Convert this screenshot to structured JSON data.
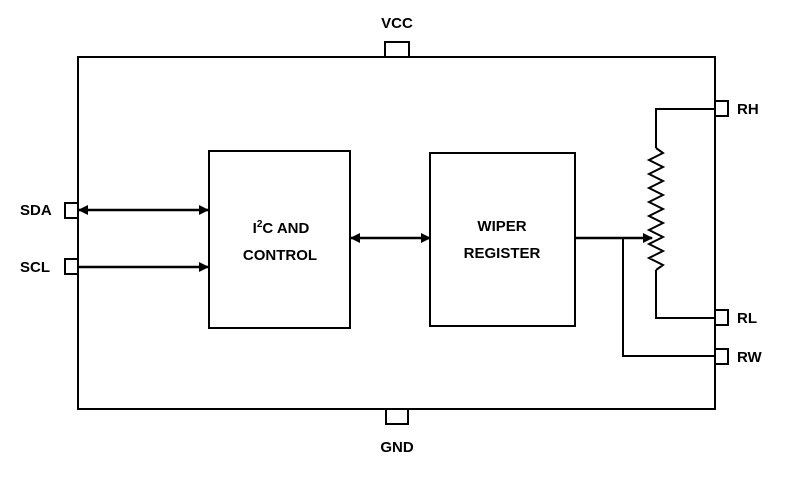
{
  "pins": {
    "vcc": "VCC",
    "gnd": "GND",
    "sda": "SDA",
    "scl": "SCL",
    "rh": "RH",
    "rl": "RL",
    "rw": "RW"
  },
  "blocks": {
    "i2c": {
      "line1_prefix": "I",
      "line1_sup": "2",
      "line1_suffix": "C AND",
      "line2": "CONTROL"
    },
    "wiper": {
      "line1": "WIPER",
      "line2": "REGISTER"
    }
  }
}
